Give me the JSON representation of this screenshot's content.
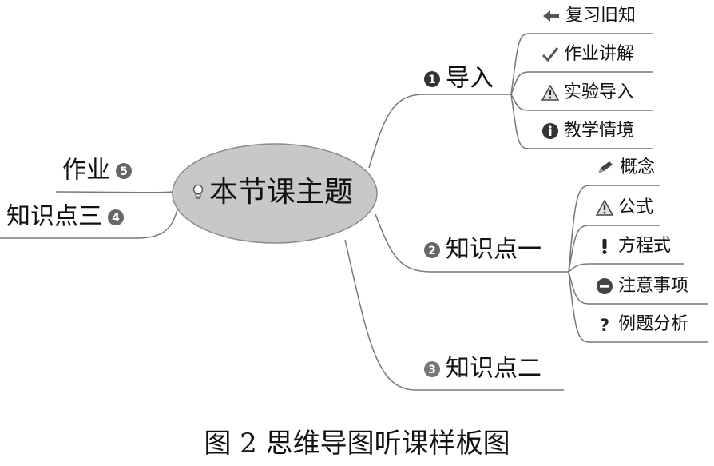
{
  "central": {
    "label": "本节课主题",
    "icon": "lightbulb-icon"
  },
  "branches": [
    {
      "id": "daoru",
      "label": "导入",
      "icon": "number-1-icon",
      "children": [
        {
          "label": "复习旧知",
          "icon": "arrow-left-icon"
        },
        {
          "label": "作业讲解",
          "icon": "checkmark-icon"
        },
        {
          "label": "实验导入",
          "icon": "warning-icon"
        },
        {
          "label": "教学情境",
          "icon": "info-icon"
        }
      ]
    },
    {
      "id": "zsd1",
      "label": "知识点一",
      "icon": "number-2-icon",
      "children": [
        {
          "label": "概念",
          "icon": "pencil-icon"
        },
        {
          "label": "公式",
          "icon": "warning-icon"
        },
        {
          "label": "方程式",
          "icon": "exclamation-icon"
        },
        {
          "label": "注意事项",
          "icon": "minus-circle-icon"
        },
        {
          "label": "例题分析",
          "icon": "question-icon"
        }
      ]
    },
    {
      "id": "zsd2",
      "label": "知识点二",
      "icon": "number-3-icon",
      "children": []
    },
    {
      "id": "zsd3",
      "label": "知识点三",
      "icon": "number-4-icon",
      "children": []
    },
    {
      "id": "zuoye",
      "label": "作业",
      "icon": "number-5-icon",
      "children": []
    }
  ],
  "caption": "图 2 思维导图听课样板图",
  "colors": {
    "node_fill": "#c8c8c8",
    "line": "#777777"
  }
}
